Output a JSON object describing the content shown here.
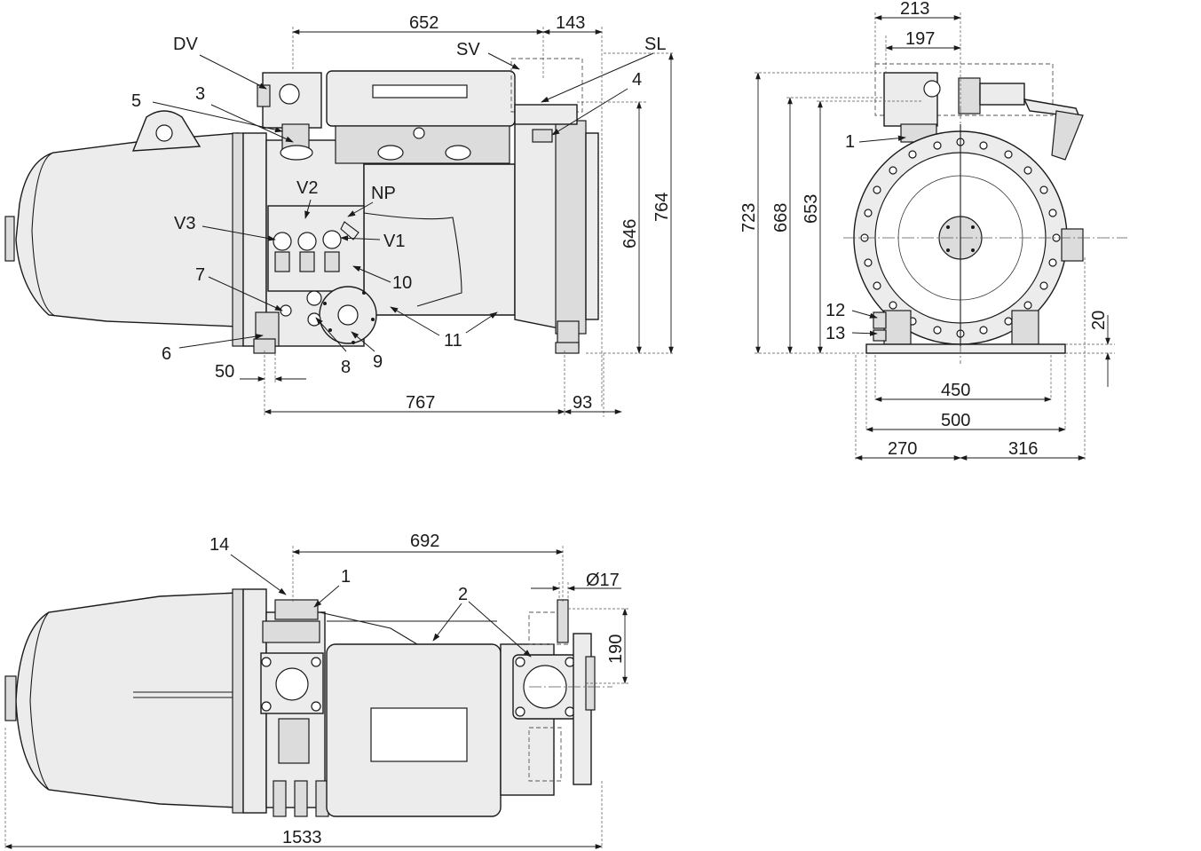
{
  "labels": {
    "dv": "DV",
    "sv": "SV",
    "sl": "SL",
    "n5": "5",
    "n3": "3",
    "n4": "4",
    "v2": "V2",
    "np": "NP",
    "v3": "V3",
    "v1": "V1",
    "n7": "7",
    "n10": "10",
    "n11": "11",
    "n6": "6",
    "n8": "8",
    "n9": "9",
    "side_n1": "1",
    "n12": "12",
    "n13": "13",
    "n14": "14",
    "top_n1": "1",
    "n2": "2"
  },
  "dimensions": {
    "d652": "652",
    "d143": "143",
    "d646": "646",
    "d764": "764",
    "d50": "50",
    "d767": "767",
    "d93": "93",
    "d213": "213",
    "d197": "197",
    "d723": "723",
    "d668": "668",
    "d653": "653",
    "d20": "20",
    "d450": "450",
    "d500": "500",
    "d270": "270",
    "d316": "316",
    "d692": "692",
    "d17": "Ø17",
    "d190": "190",
    "d1533": "1533"
  }
}
